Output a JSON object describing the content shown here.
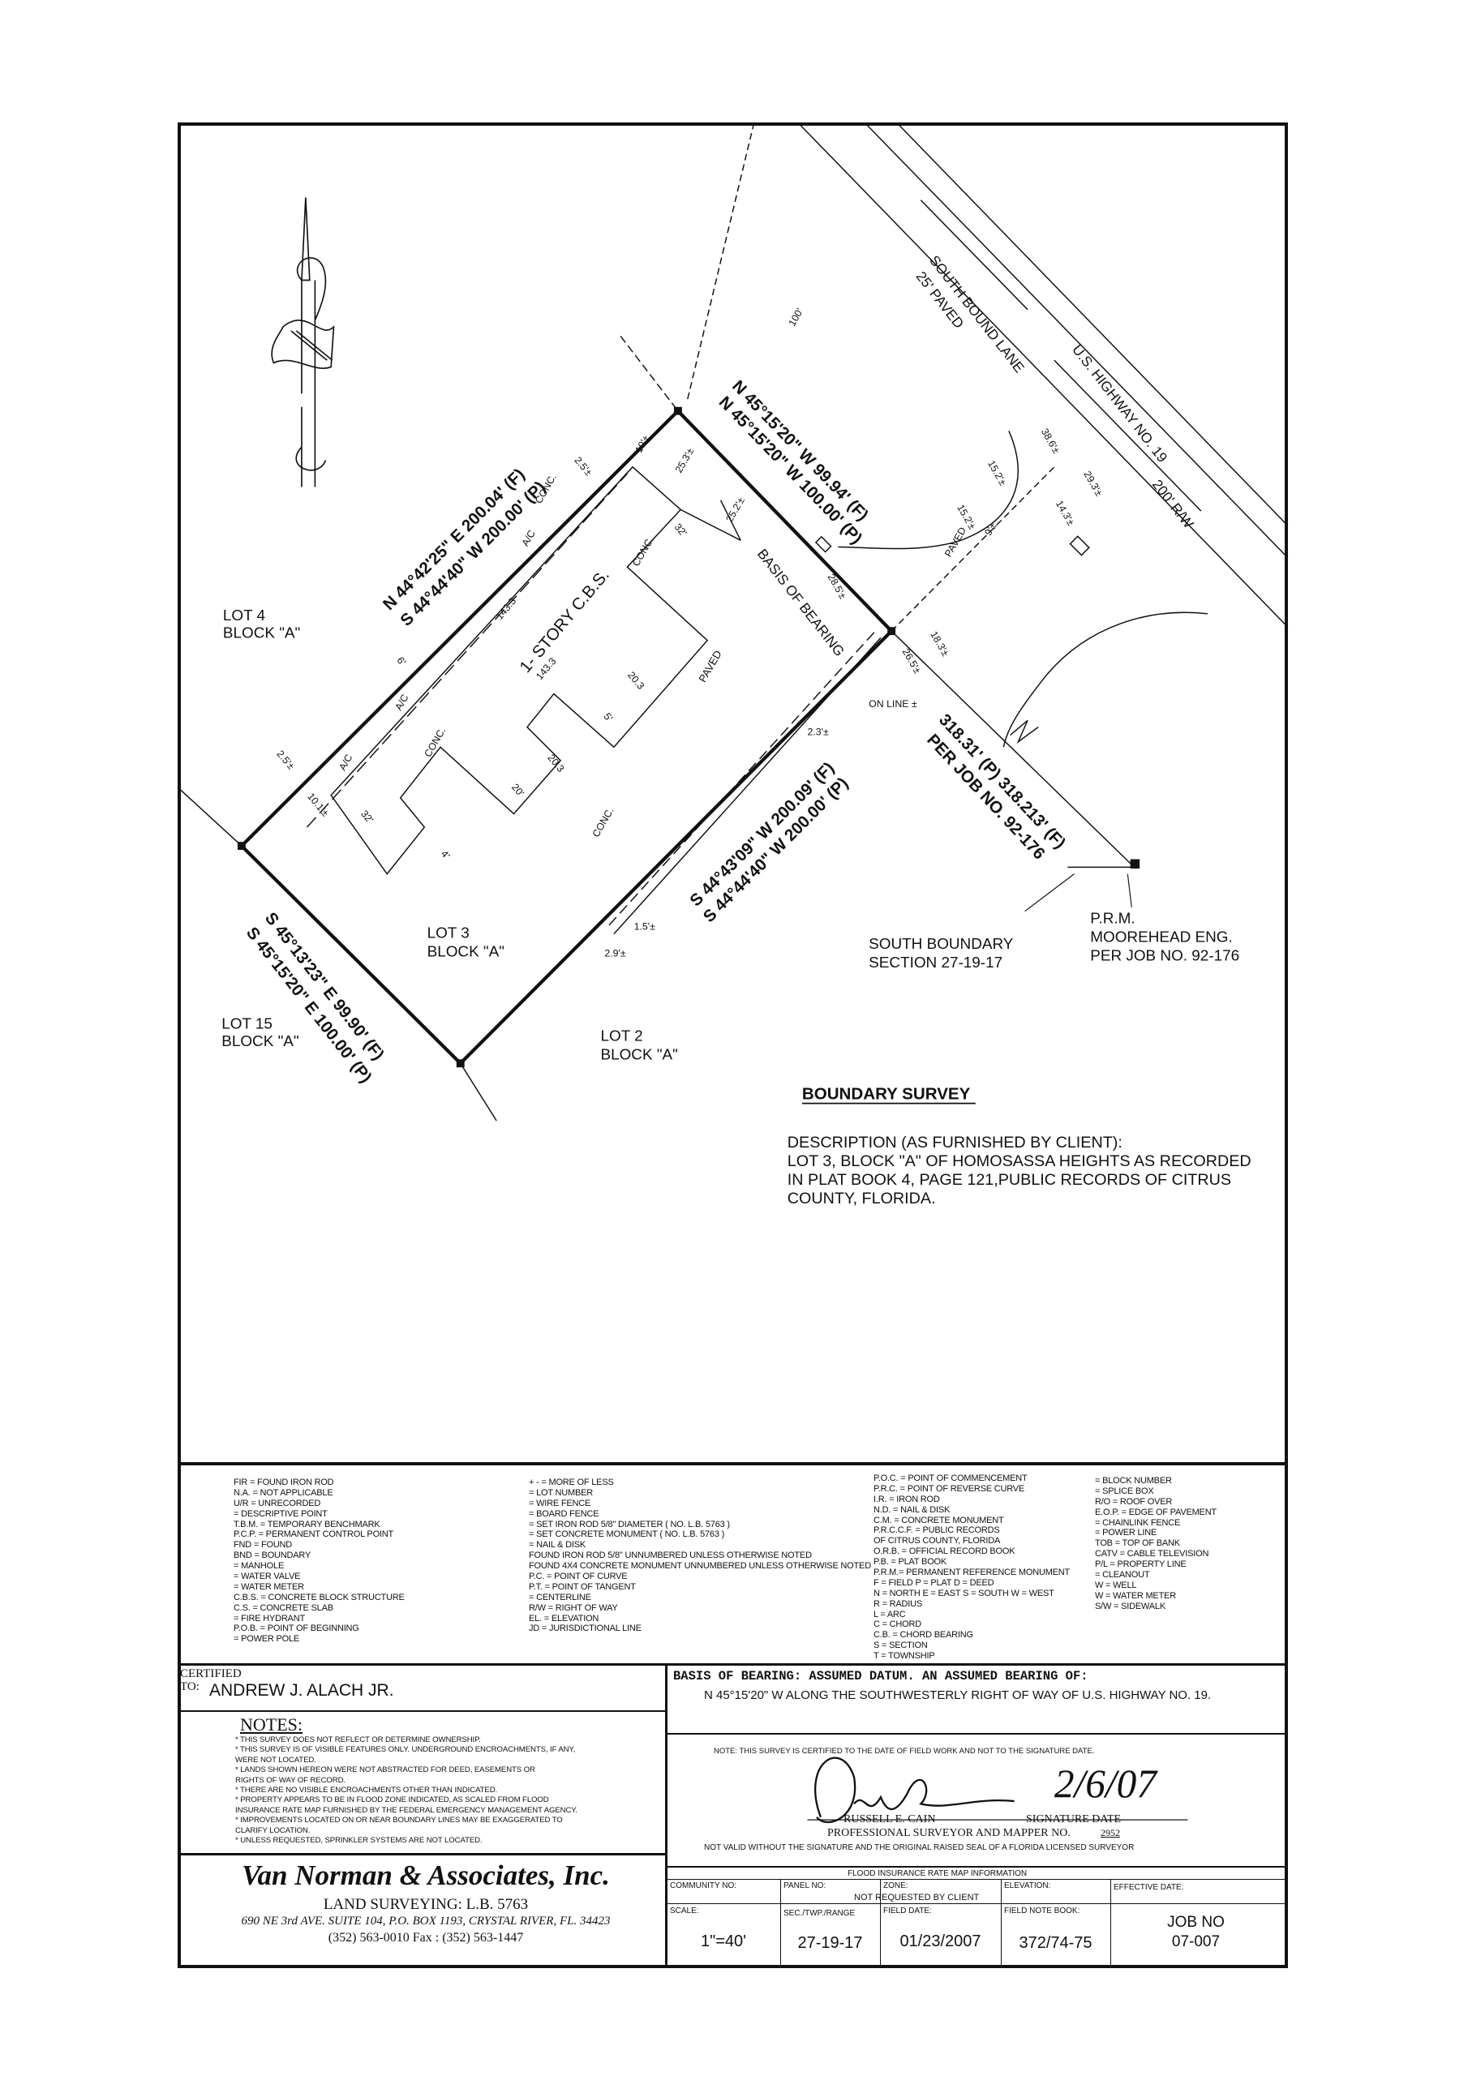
{
  "plot": {
    "lots": {
      "lot4": [
        "LOT 4",
        "BLOCK \"A\""
      ],
      "lot3": [
        "LOT 3",
        "BLOCK \"A\""
      ],
      "lot15": [
        "LOT 15",
        "BLOCK \"A\""
      ],
      "lot2": [
        "LOT 2",
        "BLOCK \"A\""
      ]
    },
    "bearings": {
      "nw_f": "N 44°42'25\" E 200.04' (F)",
      "nw_p": "S 44°44'40\" W 200.00' (P)",
      "ne_f": "N 45°15'20\" W 99.94' (F)",
      "ne_p": "N 45°15'20\" W 100.00' (P)",
      "se_f": "S 44°43'09\" W 200.09' (F)",
      "se_p": "S 44°44'40\" W 200.00' (P)",
      "sw_f": "S 45°13'23\" E 99.90' (F)",
      "sw_p": "S 45°15'20\" E 100.00' (P)",
      "tie_1": "318.31' (P) 318.213' (F)",
      "tie_2": "PER JOB NO. 92-176"
    },
    "road": {
      "lane_1": "SOUTH BOUND LANE",
      "lane_2": "25' PAVED",
      "highway": "U.S. HIGHWAY NO. 19",
      "rw": "200' R/W"
    },
    "building": "1- STORY C.B.S.",
    "paved": "PAVED",
    "basis": "BASIS OF BEARING",
    "south_boundary": [
      "SOUTH BOUNDARY",
      "SECTION 27-19-17"
    ],
    "prm": [
      "P.R.M.",
      "MOOREHEAD ENG.",
      "PER JOB NO. 92-176"
    ],
    "dims": [
      "143.3",
      "143.3",
      "32'",
      "32'",
      "20.3",
      "20.3",
      "20'",
      "CONC.",
      "CONC.",
      "CONC.",
      "CONC.",
      "A/C",
      "A/C",
      "A/C",
      "2.5'±",
      "10'±",
      "25.3'±",
      "25.2'±",
      "28.5'±",
      "26.5'±",
      "18.3'±",
      "14.3'±",
      "15.2'±",
      "15.2'±",
      "38.6'±",
      "29.3'±",
      "9'±",
      "100'",
      "ON LINE ±",
      "2.3'±",
      "1.5'±",
      "2.9'±",
      "10.1'±",
      "2.5'±",
      "PAVED",
      "4'",
      "5'",
      "6'"
    ],
    "title": "BOUNDARY SURVEY",
    "description": [
      "DESCRIPTION (AS FURNISHED BY CLIENT):",
      "LOT 3, BLOCK \"A\" OF HOMOSASSA HEIGHTS AS RECORDED",
      "IN PLAT BOOK 4, PAGE 121,PUBLIC RECORDS OF CITRUS",
      "COUNTY, FLORIDA."
    ]
  },
  "legend": {
    "col1": [
      "FIR = FOUND IRON ROD",
      "N.A. = NOT APPLICABLE",
      "U/R = UNRECORDED",
      "= DESCRIPTIVE POINT",
      "T.B.M. = TEMPORARY BENCHMARK",
      "P.C.P. = PERMANENT CONTROL POINT",
      "FND = FOUND",
      "BND = BOUNDARY",
      "= MANHOLE",
      "= WATER VALVE",
      "= WATER METER",
      "C.B.S. = CONCRETE BLOCK STRUCTURE",
      "C.S. = CONCRETE SLAB",
      "= FIRE HYDRANT",
      "P.O.B. = POINT OF BEGINNING",
      "= POWER POLE"
    ],
    "col2": [
      "+ - = MORE OF LESS",
      "= LOT NUMBER",
      "= WIRE FENCE",
      "= BOARD FENCE",
      "= SET IRON ROD 5/8\" DIAMETER ( NO. L.B. 5763 )",
      "= SET CONCRETE MONUMENT ( NO. L.B. 5763 )",
      "= NAIL & DISK",
      "FOUND IRON ROD 5/8\" UNNUMBERED UNLESS OTHERWISE NOTED",
      "FOUND 4X4 CONCRETE MONUMENT UNNUMBERED UNLESS OTHERWISE NOTED",
      "P.C. = POINT OF CURVE",
      "P.T. = POINT OF TANGENT",
      "= CENTERLINE",
      "R/W = RIGHT OF WAY",
      "EL. = ELEVATION",
      "JD = JURISDICTIONAL LINE"
    ],
    "col3": [
      "P.O.C. = POINT OF COMMENCEMENT",
      "P.R.C. = POINT OF REVERSE CURVE",
      "I.R. = IRON ROD",
      "N.D. = NAIL & DISK",
      "C.M. = CONCRETE MONUMENT",
      "P.R.C.C.F. = PUBLIC RECORDS",
      "OF CITRUS COUNTY, FLORIDA",
      "O.R.B. = OFFICIAL RECORD BOOK",
      "P.B. = PLAT BOOK",
      "P.R.M.= PERMANENT REFERENCE MONUMENT",
      "F = FIELD  P = PLAT  D = DEED",
      "N = NORTH  E = EAST  S = SOUTH  W = WEST",
      "R = RADIUS",
      "L = ARC",
      "C = CHORD",
      "C.B. = CHORD BEARING",
      "S = SECTION",
      "T = TOWNSHIP"
    ],
    "col4": [
      "= BLOCK NUMBER",
      "= SPLICE BOX",
      "R/O = ROOF OVER",
      "E.O.P. = EDGE OF PAVEMENT",
      "= CHAINLINK FENCE",
      "= POWER LINE",
      "TOB = TOP OF BANK",
      "CATV = CABLE TELEVISION",
      "P/L = PROPERTY LINE",
      "= CLEANOUT",
      "W = WELL",
      "W = WATER METER",
      "S/W = SIDEWALK"
    ]
  },
  "certified": {
    "label_1": "CERTIFIED",
    "label_2": "TO:",
    "name": "ANDREW J. ALACH JR."
  },
  "notes": {
    "title": "NOTES:",
    "items": [
      "* THIS SURVEY DOES NOT REFLECT OR DETERMINE OWNERSHIP.",
      "* THIS SURVEY IS OF VISIBLE FEATURES ONLY.  UNDERGROUND ENCROACHMENTS, IF ANY,",
      "   WERE NOT LOCATED.",
      "* LANDS SHOWN HEREON WERE NOT ABSTRACTED FOR DEED, EASEMENTS OR",
      "   RIGHTS OF WAY OF RECORD.",
      "* THERE ARE NO VISIBLE ENCROACHMENTS OTHER THAN INDICATED.",
      "* PROPERTY APPEARS TO BE IN FLOOD ZONE INDICATED, AS SCALED FROM FLOOD",
      "  INSURANCE RATE MAP FURNISHED BY THE FEDERAL EMERGENCY MANAGEMENT AGENCY.",
      "* IMPROVEMENTS LOCATED ON OR NEAR BOUNDARY LINES MAY BE EXAGGERATED TO",
      "  CLARIFY LOCATION.",
      "* UNLESS REQUESTED, SPRINKLER SYSTEMS ARE NOT LOCATED."
    ]
  },
  "company": {
    "name": "Van Norman & Associates, Inc.",
    "license": "LAND SURVEYING: L.B. 5763",
    "address": "690 NE 3rd AVE. SUITE 104, P.O. BOX 1193, CRYSTAL RIVER, FL. 34423",
    "phone": "(352) 563-0010  Fax : (352) 563-1447"
  },
  "basis": {
    "title": "BASIS OF BEARING: ASSUMED DATUM. AN ASSUMED BEARING OF:",
    "text": "N 45°15'20\" W ALONG THE SOUTHWESTERLY RIGHT OF WAY OF U.S. HIGHWAY NO. 19."
  },
  "signature": {
    "cert_note": "NOTE: THIS SURVEY IS CERTIFIED TO THE DATE OF FIELD WORK AND NOT TO THE SIGNATURE DATE.",
    "signed_date": "2/6/07",
    "surveyor": "RUSSELL E. CAIN",
    "date_label": "SIGNATURE DATE",
    "title": "PROFESSIONAL SURVEYOR AND MAPPER NO.",
    "number": "2952",
    "seal_note": "NOT VALID WITHOUT THE SIGNATURE AND THE ORIGINAL RAISED SEAL OF A FLORIDA LICENSED SURVEYOR"
  },
  "flood": {
    "title": "FLOOD INSURANCE RATE MAP INFORMATION",
    "community_label": "COMMUNITY NO:",
    "panel_label": "PANEL NO:",
    "zone_label": "ZONE:",
    "not_requested": "NOT REQUESTED BY CLIENT",
    "elevation_label": "ELEVATION:",
    "effective_label": "EFFECTIVE DATE:"
  },
  "job": {
    "scale_label": "SCALE:",
    "scale": "1\"=40'",
    "sec_label": "SEC./TWP./RANGE",
    "sec": "27-19-17",
    "field_date_label": "FIELD DATE:",
    "field_date": "01/23/2007",
    "field_book_label": "FIELD NOTE BOOK:",
    "field_book": "372/74-75",
    "job_no_label": "JOB NO",
    "job_no": "07-007"
  }
}
